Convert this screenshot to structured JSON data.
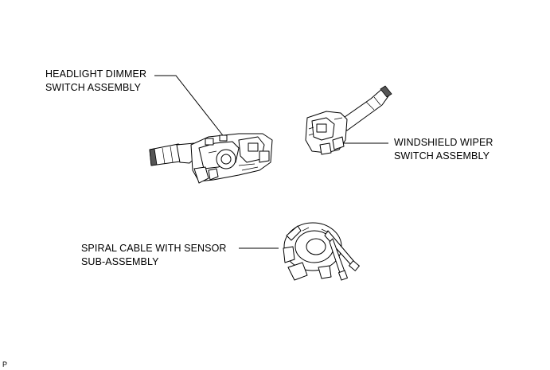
{
  "labels": {
    "headlight": {
      "line1": "HEADLIGHT DIMMER",
      "line2": "SWITCH ASSEMBLY"
    },
    "wiper": {
      "line1": "WINDSHIELD WIPER",
      "line2": "SWITCH ASSEMBLY"
    },
    "spiral": {
      "line1": "SPIRAL CABLE WITH SENSOR",
      "line2": "SUB-ASSEMBLY"
    }
  },
  "corner_code": "P"
}
